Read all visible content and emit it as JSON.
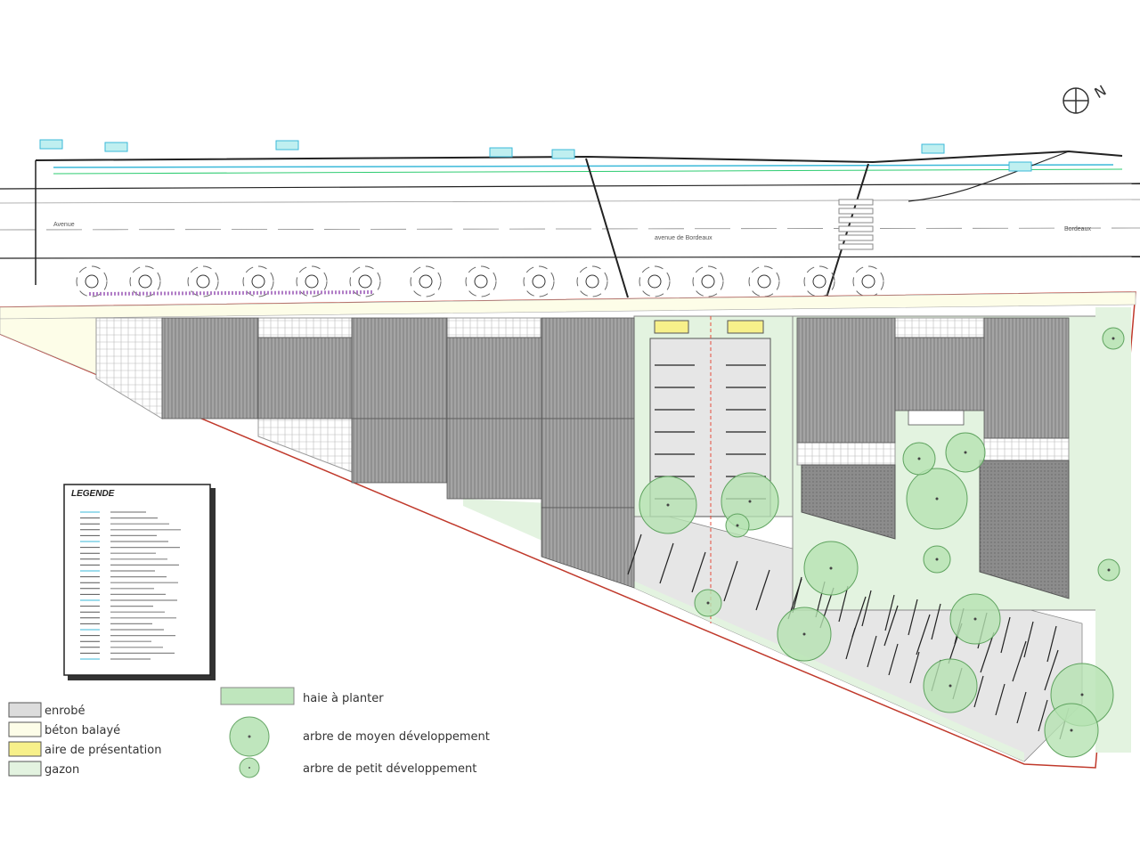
{
  "plan": {
    "street_label_center": "avenue de Bordeaux",
    "street_label_left": "Avenue",
    "street_label_right": "Bordeaux",
    "compass_label": "N"
  },
  "legend_box": {
    "title": "LEGENDE"
  },
  "legend": {
    "surfaces": [
      {
        "label": "enrobé",
        "color": "#dcdcdc"
      },
      {
        "label": "béton balayé",
        "color": "#fdfde8"
      },
      {
        "label": "aire de présentation",
        "color": "#f7f08a"
      },
      {
        "label": "gazon",
        "color": "#e3f3e0"
      }
    ],
    "planting": [
      {
        "label": "haie à planter",
        "symbol": "hedge-rectangle",
        "color": "#bfe6bd"
      },
      {
        "label": "arbre de moyen développement",
        "symbol": "large-tree-circle",
        "color": "#bfe6bd"
      },
      {
        "label": "arbre de petit développement",
        "symbol": "small-tree-circle",
        "color": "#bfe6bd"
      }
    ]
  },
  "colors": {
    "building": "#9a9a9a",
    "lawn": "#e3f3e0",
    "tree": "#b5e2b2",
    "property_line": "#c0392b",
    "network_green": "#2ecc71",
    "network_cyan": "#3bb9d9",
    "hedge_purple": "#8e44ad"
  }
}
